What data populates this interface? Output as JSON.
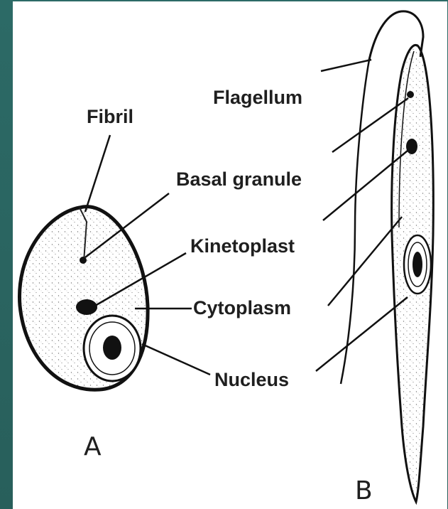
{
  "labels": {
    "flagellum": "Flagellum",
    "fibril": "Fibril",
    "basal_granule": "Basal granule",
    "kinetoplast": "Kinetoplast",
    "cytoplasm": "Cytoplasm",
    "nucleus": "Nucleus",
    "cell_a": "A",
    "cell_b": "B"
  },
  "colors": {
    "background": "#2f6b66",
    "panel": "#ffffff",
    "ink": "#1f1f1f"
  }
}
